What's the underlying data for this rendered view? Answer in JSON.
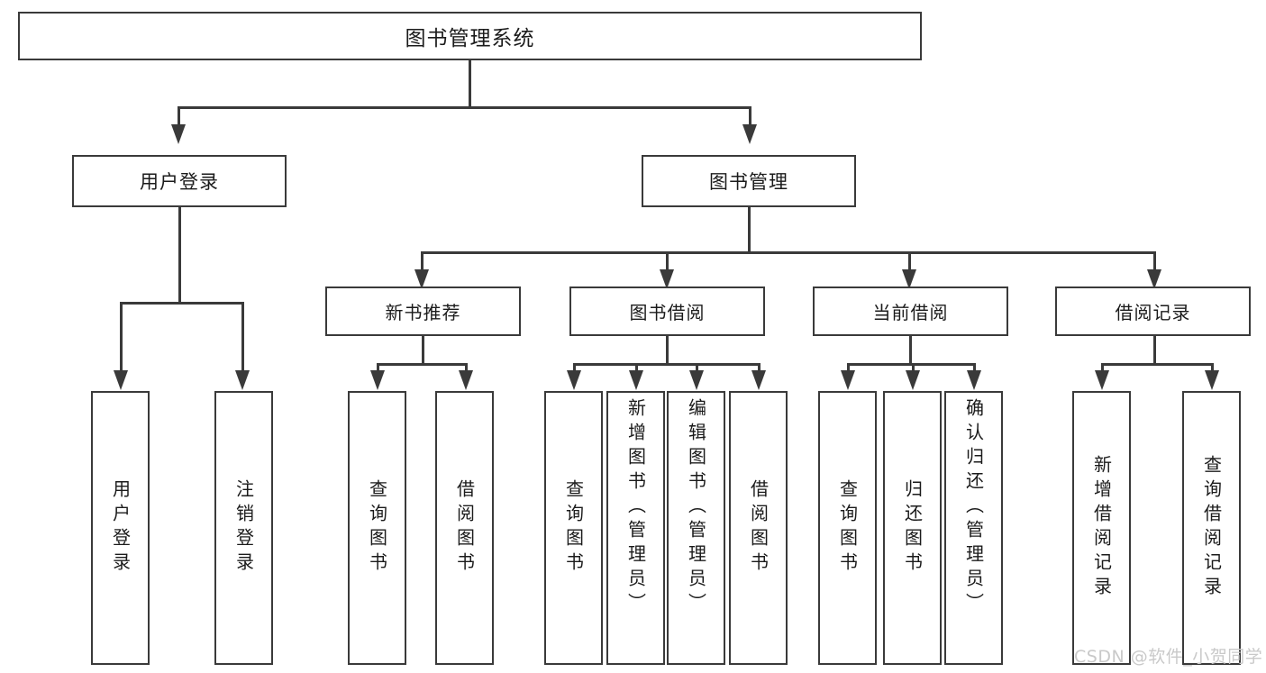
{
  "diagram": {
    "title": "图书管理系统",
    "watermark": "CSDN @软件_小贺同学",
    "colors": {
      "stroke": "#3a3a3a",
      "text": "#1b1b1b",
      "background": "#ffffff",
      "watermark": "#c9c9c9"
    },
    "root": {
      "label": "图书管理系统"
    },
    "level1": [
      {
        "label": "用户登录"
      },
      {
        "label": "图书管理"
      }
    ],
    "level2": [
      {
        "label": "新书推荐"
      },
      {
        "label": "图书借阅"
      },
      {
        "label": "当前借阅"
      },
      {
        "label": "借阅记录"
      }
    ],
    "leaves": {
      "user_login": [
        {
          "label": "用户登录"
        },
        {
          "label": "注销登录"
        }
      ],
      "new_book": [
        {
          "label": "查询图书"
        },
        {
          "label": "借阅图书"
        }
      ],
      "book_borrow": [
        {
          "label": "查询图书"
        },
        {
          "label": "新增图书（管理员）"
        },
        {
          "label": "编辑图书（管理员）"
        },
        {
          "label": "借阅图书"
        }
      ],
      "current_borrow": [
        {
          "label": "查询图书"
        },
        {
          "label": "归还图书"
        },
        {
          "label": "确认归还（管理员）"
        }
      ],
      "borrow_record": [
        {
          "label": "新增借阅记录"
        },
        {
          "label": "查询借阅记录"
        }
      ]
    }
  }
}
